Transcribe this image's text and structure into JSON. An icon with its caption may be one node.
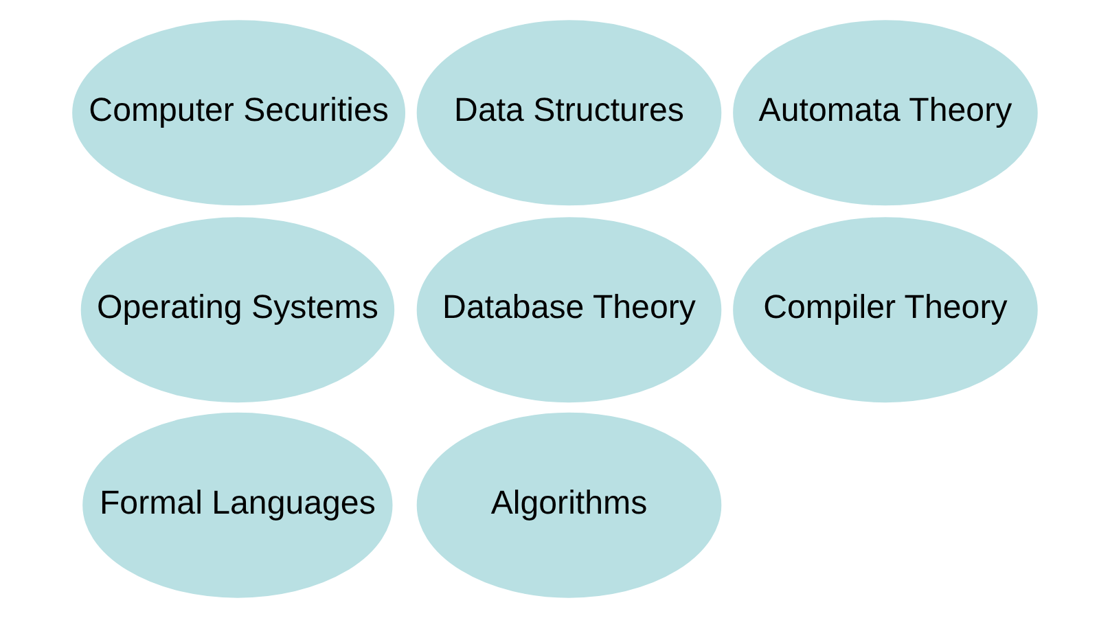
{
  "diagram": {
    "nodes": [
      {
        "text": [
          "Data Structures"
        ]
      },
      {
        "text": [
          "Operating Systems"
        ]
      },
      {
        "text": [
          "Database Theory"
        ]
      },
      {
        "text": [
          "Computer Securities"
        ]
      },
      {
        "text": [
          "Algorithms"
        ]
      },
      {
        "text": [
          "Automata Theory"
        ]
      },
      {
        "text": [
          "Formal Languages"
        ]
      },
      {
        "text": [
          "Compiler Theory"
        ]
      }
    ]
  }
}
